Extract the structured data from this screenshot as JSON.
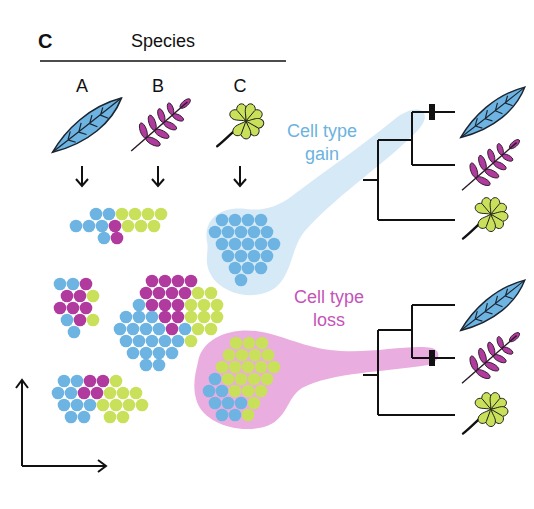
{
  "diagram": {
    "nodes": [
      {
        "text": [
          "Cell type gain"
        ]
      },
      {
        "text": [
          "Cell type loss"
        ]
      }
    ],
    "labels": [
      "C",
      "Species",
      "A",
      "B",
      "C"
    ]
  }
}
